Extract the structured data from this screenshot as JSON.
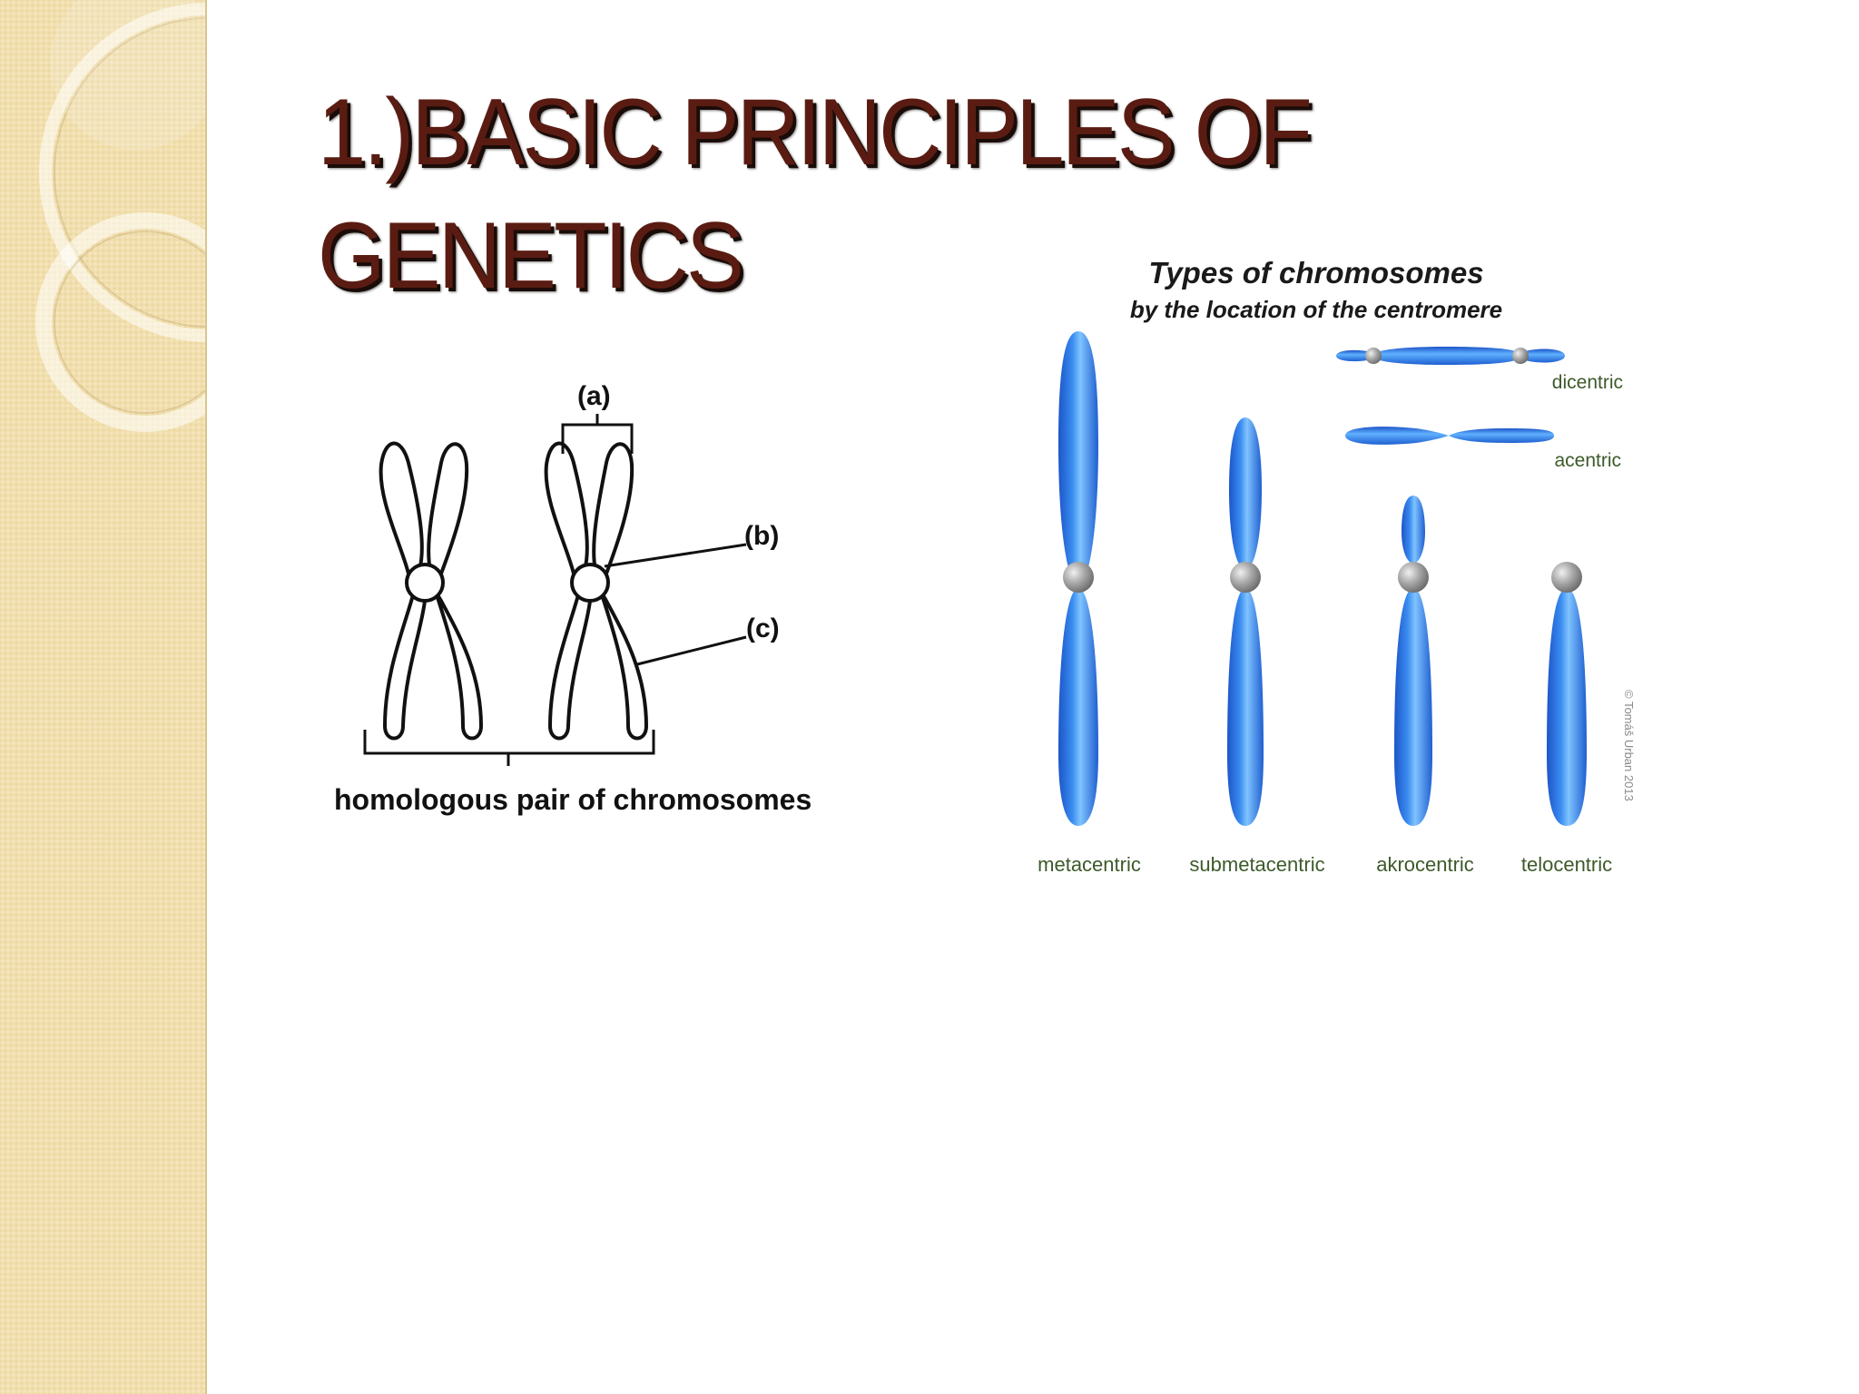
{
  "slide": {
    "title_line1": "1.)BASIC PRINCIPLES OF",
    "title_line2": "GENETICS"
  },
  "homologous_figure": {
    "label_a": "(a)",
    "label_b": "(b)",
    "label_c": "(c)",
    "caption": "homologous pair of chromosomes"
  },
  "chromosome_types_figure": {
    "title": "Types of chromosomes",
    "subtitle": "by the location of the centromere",
    "types": [
      "metacentric",
      "submetacentric",
      "akrocentric",
      "telocentric"
    ],
    "dicentric": "dicentric",
    "acentric": "acentric",
    "copyright": "© Tomáš Urban 2013"
  },
  "colors": {
    "title": "#5a1c12",
    "side_band": "#f1dfae",
    "chromosome_blue": "#2f7fe8",
    "centromere_gray": "#9a9a9a",
    "type_label_green": "#3d5a2a"
  }
}
